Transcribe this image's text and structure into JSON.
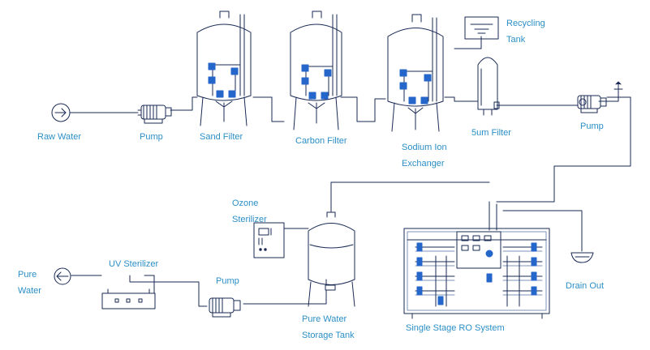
{
  "colors": {
    "pipe": "#1a2a55",
    "accent": "#2466c9",
    "label": "#2b8fc7",
    "light": "#7f93b8"
  },
  "labels": {
    "raw_water": "Raw Water",
    "pump_1": "Pump",
    "sand_filter": "Sand Filter",
    "carbon_filter": "Carbon Filter",
    "sodium_ion_line1": "Sodium Ion",
    "sodium_ion_line2": "Exchanger",
    "recycling_line1": "Recycling",
    "recycling_line2": "Tank",
    "filter_5um": "5um Filter",
    "pump_2": "Pump",
    "ozone_line1": "Ozone",
    "ozone_line2": "Sterilizer",
    "pure_water_line1": "Pure",
    "pure_water_line2": "Water",
    "uv_sterilizer": "UV Sterilizer",
    "pump_3": "Pump",
    "storage_line1": "Pure Water",
    "storage_line2": "Storage Tank",
    "ro_system": "Single Stage RO System",
    "drain_out": "Drain Out"
  }
}
